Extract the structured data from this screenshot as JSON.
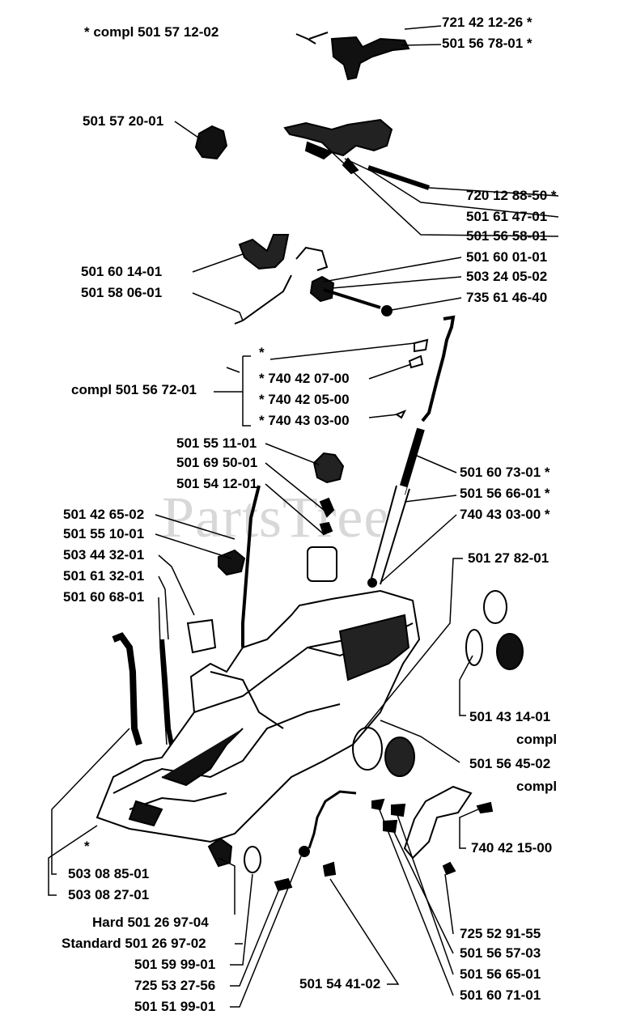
{
  "watermark": "PartsTree",
  "header_note": "*  compl 501 57 12-02",
  "labels": {
    "l1": "721 42 12-26  *",
    "l2": "501 56 78-01  *",
    "l3": "501 57 20-01",
    "l4": "720 12 88-50  *",
    "l5": "501 61 47-01",
    "l6": "501 56 58-01",
    "l7": "501 60 14-01",
    "l8": "501 58 06-01",
    "l9": "501 60 01-01",
    "l10": "503 24 05-02",
    "l11": "735 61 46-40",
    "l12": "*",
    "l13": "*  740 42 07-00",
    "l14": "*  740 42 05-00",
    "l15": "*  740 43 03-00",
    "l16": "compl 501 56 72-01",
    "l17": "501 55 11-01",
    "l18": "501 69 50-01",
    "l19": "501 54 12-01",
    "l20": "501 60 73-01  *",
    "l21": "501 56 66-01  *",
    "l22": "740 43 03-00  *",
    "l23": "501 42 65-02",
    "l24": "501 55 10-01",
    "l25": "503 44 32-01",
    "l26": "501 61 32-01",
    "l27": "501 60 68-01",
    "l28": "501 27 82-01",
    "l29": "501 43 14-01",
    "l30": "compl",
    "l31": "501 56 45-02",
    "l32": "compl",
    "l33": "740 42 15-00",
    "l34": "503 08 85-01",
    "l35": "503 08 27-01",
    "l36": "*",
    "l37": "Hard 501 26 97-04",
    "l38": "Standard 501 26 97-02",
    "l39": "501 59 99-01",
    "l40": "725 53 27-56",
    "l41": "501 51 99-01",
    "l42": "501 54 41-02",
    "l43": "725 52 91-55",
    "l44": "501 56 57-03",
    "l45": "501 56 65-01",
    "l46": "501 60 71-01"
  }
}
